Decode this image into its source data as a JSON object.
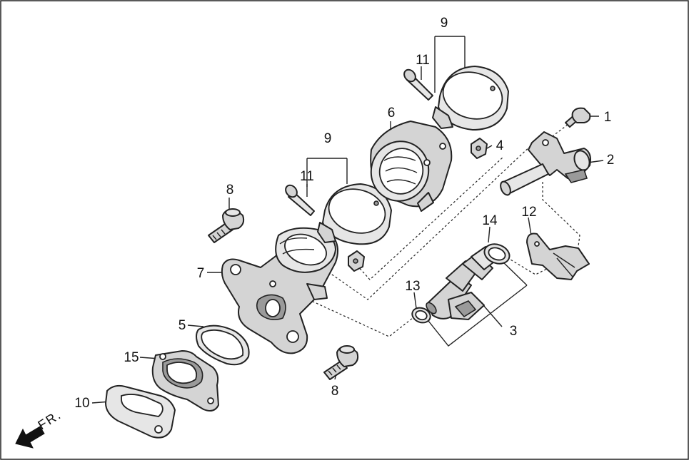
{
  "callouts": {
    "c1": "1",
    "c2": "2",
    "c3": "3",
    "c4": "4",
    "c5": "5",
    "c6": "6",
    "c7": "7",
    "c8a": "8",
    "c8b": "8",
    "c9a": "9",
    "c9b": "9",
    "c10": "10",
    "c11a": "11",
    "c11b": "11",
    "c12": "12",
    "c13": "13",
    "c14": "14",
    "c15": "15"
  },
  "direction": {
    "label": "FR."
  },
  "icons": {
    "front_arrow": "front-direction-arrow-icon"
  }
}
